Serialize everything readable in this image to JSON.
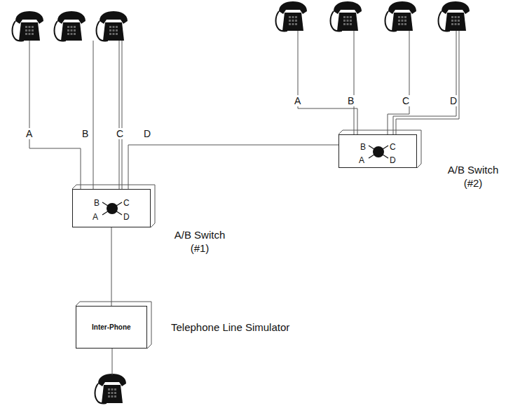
{
  "diagram": {
    "nodes": [
      {
        "text": [
          "B",
          "C",
          "A",
          "D",
          "A/B Switch (#2)"
        ]
      },
      {
        "text": [
          "B",
          "C",
          "A",
          "D",
          "A/B Switch (#1)"
        ]
      },
      {
        "text": [
          "Inter-Phone",
          "Telephone Line Simulator"
        ]
      }
    ],
    "edges": [
      {
        "from": 1,
        "to": 0,
        "arrow": "none"
      },
      {
        "from": 1,
        "to": 2,
        "arrow": "none"
      }
    ],
    "labels": [
      "A",
      "B",
      "C",
      "D",
      "A",
      "B",
      "C",
      "D"
    ]
  }
}
